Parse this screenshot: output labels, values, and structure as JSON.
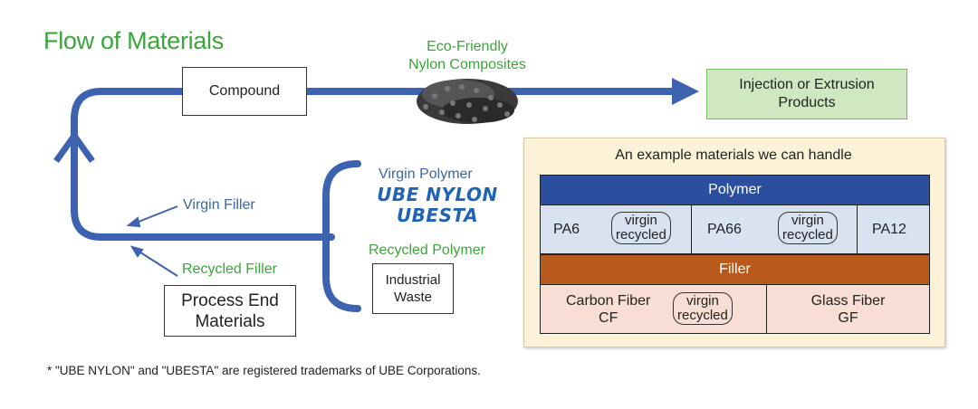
{
  "title": "Flow of Materials",
  "eco_label": [
    "Eco-Friendly",
    "Nylon Composites"
  ],
  "compound": "Compound",
  "injection": [
    "Injection or Extrusion",
    "Products"
  ],
  "virgin_filler": "Virgin Filler",
  "recycled_filler": "Recycled Filler",
  "process_end": [
    "Process End",
    "Materials"
  ],
  "virgin_polymer": "Virgin Polymer",
  "brand": [
    "UBE NYLON",
    "UBESTA"
  ],
  "recycled_polymer": "Recycled Polymer",
  "industrial_waste": [
    "Industrial",
    "Waste"
  ],
  "panel": {
    "title": "An example materials we can handle",
    "polymer_header": "Polymer",
    "polymers": [
      "PA6",
      "PA66",
      "PA12"
    ],
    "origin": [
      "virgin",
      "recycled"
    ],
    "filler_header": "Filler",
    "fillers": [
      {
        "name": "Carbon Fiber",
        "abbr": "CF"
      },
      {
        "name": "Glass Fiber",
        "abbr": "GF"
      }
    ]
  },
  "footnote": "* \"UBE NYLON\" and \"UBESTA\" are registered trademarks of UBE Corporations.",
  "colors": {
    "flow_blue": "#3d62b0",
    "green": "#3aa63a",
    "polymer": "#2b4f9e",
    "filler": "#b85a1c"
  }
}
